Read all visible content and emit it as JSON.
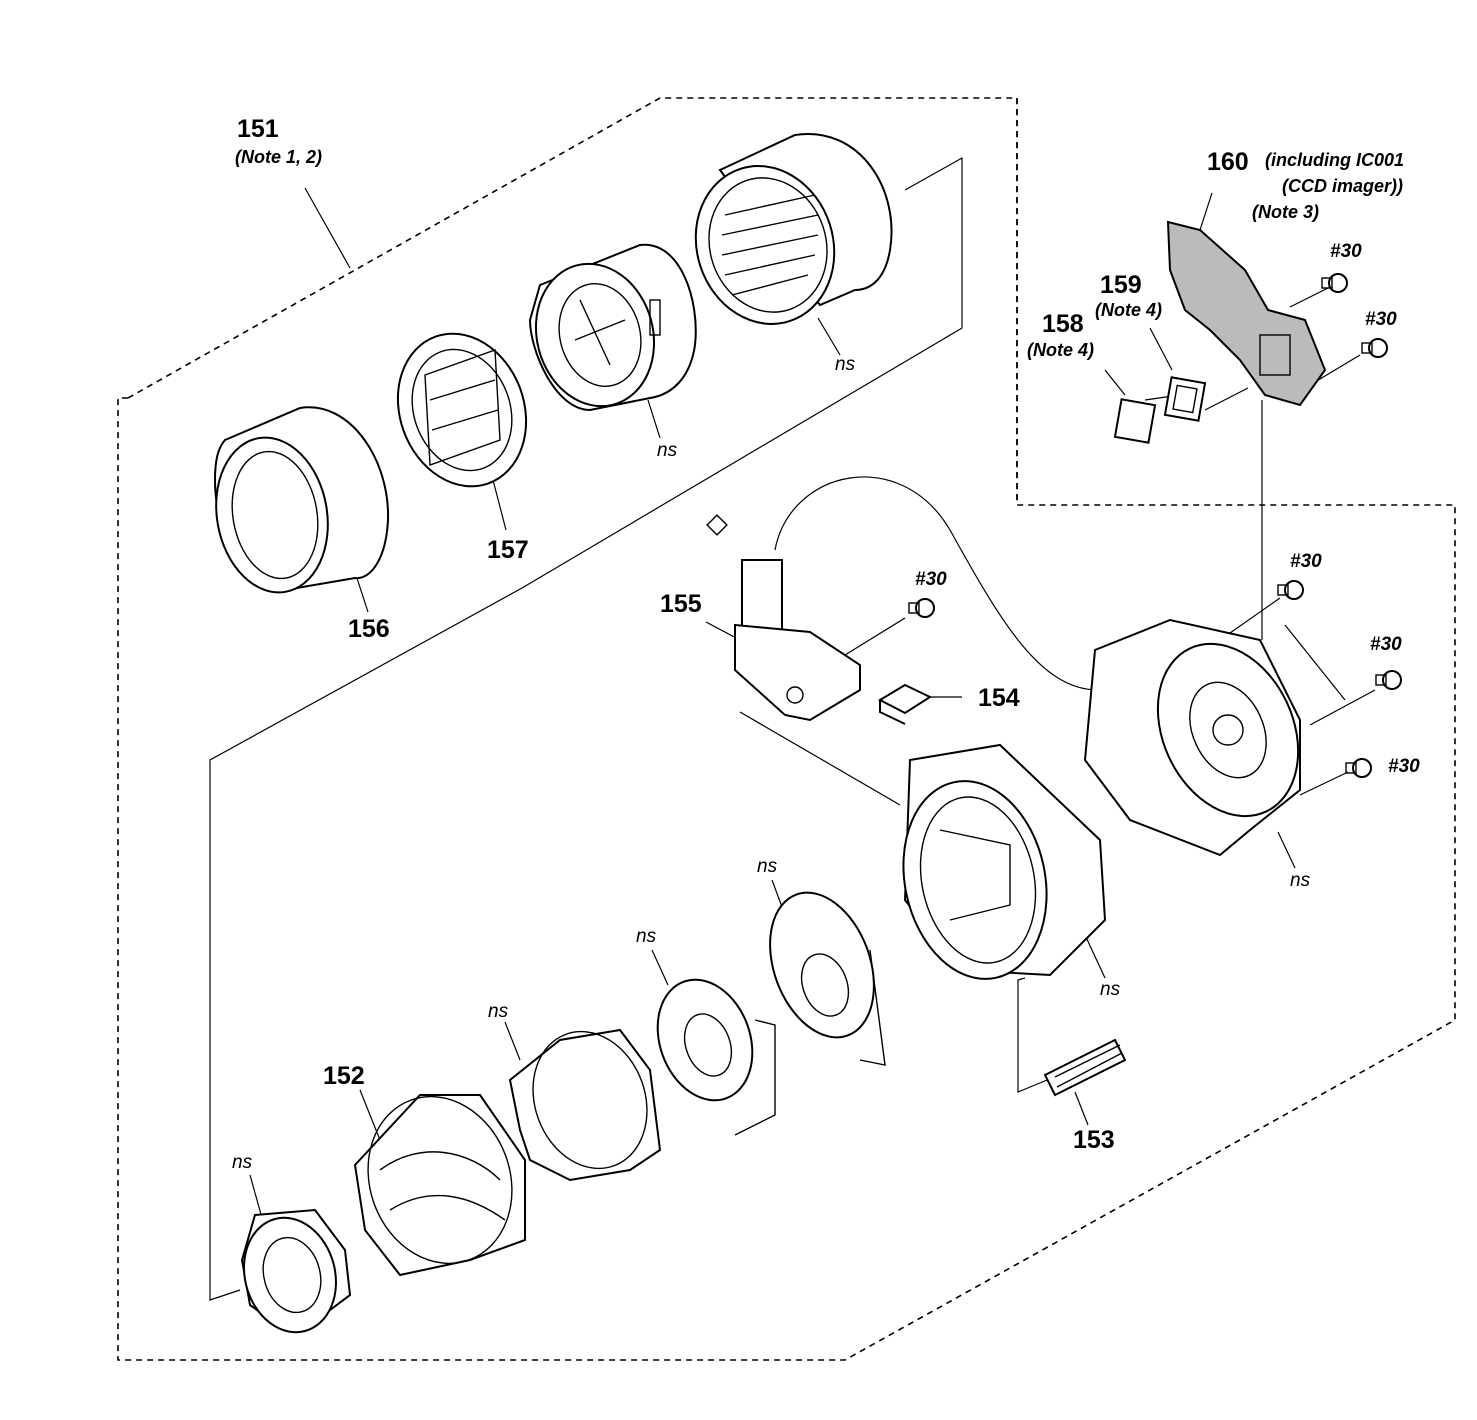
{
  "labels": {
    "p151": "151",
    "p151_note": "(Note 1, 2)",
    "p152": "152",
    "p153": "153",
    "p154": "154",
    "p155": "155",
    "p156": "156",
    "p157": "157",
    "p158": "158",
    "p158_note": "(Note 4)",
    "p159": "159",
    "p159_note": "(Note 4)",
    "p160": "160",
    "p160_note_1": "(including IC001",
    "p160_note_2": "(CCD imager))",
    "p160_note_3": "(Note 3)",
    "ns": "ns",
    "screw": "#30"
  },
  "icons": {
    "screw": "screw-icon",
    "lens_ring": "ring-icon"
  },
  "colors": {
    "line": "#000000",
    "background": "#ffffff"
  }
}
